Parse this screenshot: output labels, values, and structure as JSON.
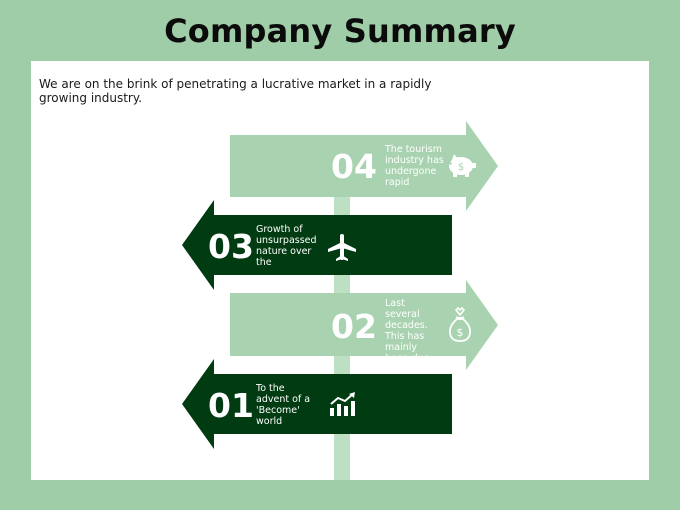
{
  "page": {
    "title": "Company Summary"
  },
  "intro": "We are on the brink of penetrating a lucrative market in a rapidly growing industry.",
  "colors": {
    "light_arrow": "#a9d3b0",
    "dark_arrow": "#003b12",
    "pole": "#bde0c3",
    "background": "#9fcda7"
  },
  "signs": [
    {
      "number": "04",
      "text": "The tourism industry has undergone rapid",
      "icon": "piggy-bank-icon",
      "style": "light",
      "direction": "right"
    },
    {
      "number": "03",
      "text": "Growth of unsurpassed nature over the",
      "icon": "airplane-icon",
      "style": "dark",
      "direction": "left"
    },
    {
      "number": "02",
      "text": "Last several decades. This has mainly been due",
      "icon": "money-bag-icon",
      "style": "light",
      "direction": "right"
    },
    {
      "number": "01",
      "text": "To the advent of a 'Become' world",
      "icon": "growth-chart-icon",
      "style": "dark",
      "direction": "left"
    }
  ]
}
